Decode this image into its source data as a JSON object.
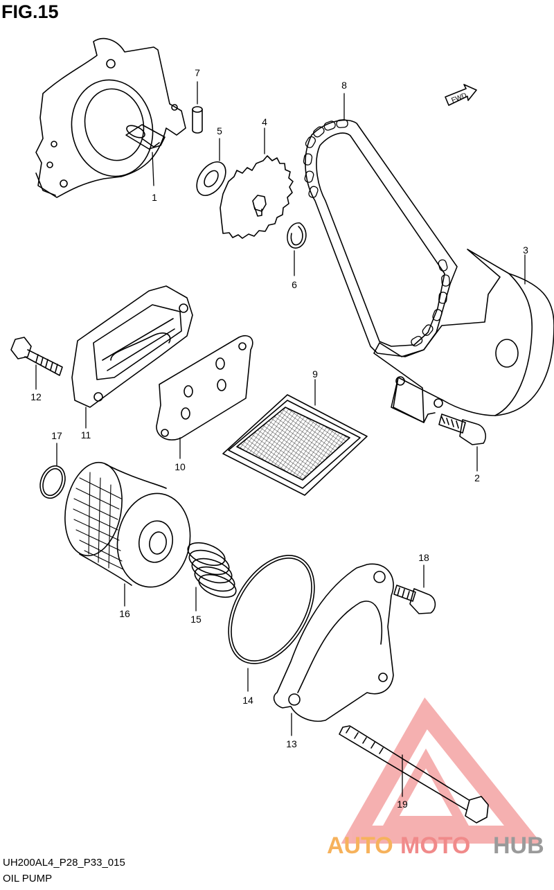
{
  "figure": {
    "title": "FIG.15"
  },
  "footer": {
    "code": "UH200AL4_P28_P33_015",
    "name": "OIL PUMP"
  },
  "fwd_label": "FWD",
  "callouts": [
    {
      "id": "c1",
      "label": "1"
    },
    {
      "id": "c2",
      "label": "2"
    },
    {
      "id": "c3",
      "label": "3"
    },
    {
      "id": "c4",
      "label": "4"
    },
    {
      "id": "c5",
      "label": "5"
    },
    {
      "id": "c6",
      "label": "6"
    },
    {
      "id": "c7",
      "label": "7"
    },
    {
      "id": "c8",
      "label": "8"
    },
    {
      "id": "c9",
      "label": "9"
    },
    {
      "id": "c10",
      "label": "10"
    },
    {
      "id": "c11",
      "label": "11"
    },
    {
      "id": "c12",
      "label": "12"
    },
    {
      "id": "c13",
      "label": "13"
    },
    {
      "id": "c14",
      "label": "14"
    },
    {
      "id": "c15",
      "label": "15"
    },
    {
      "id": "c16",
      "label": "16"
    },
    {
      "id": "c17",
      "label": "17"
    },
    {
      "id": "c18",
      "label": "18"
    },
    {
      "id": "c19",
      "label": "19"
    }
  ],
  "watermark": {
    "part1": "AUTO",
    "part2": "MOTO",
    "part3": "HUB",
    "colors": {
      "auto": "#f6b25c",
      "moto": "#f08a8a",
      "hub": "#9a9a9a",
      "triangle": "#f4a3a3"
    }
  }
}
